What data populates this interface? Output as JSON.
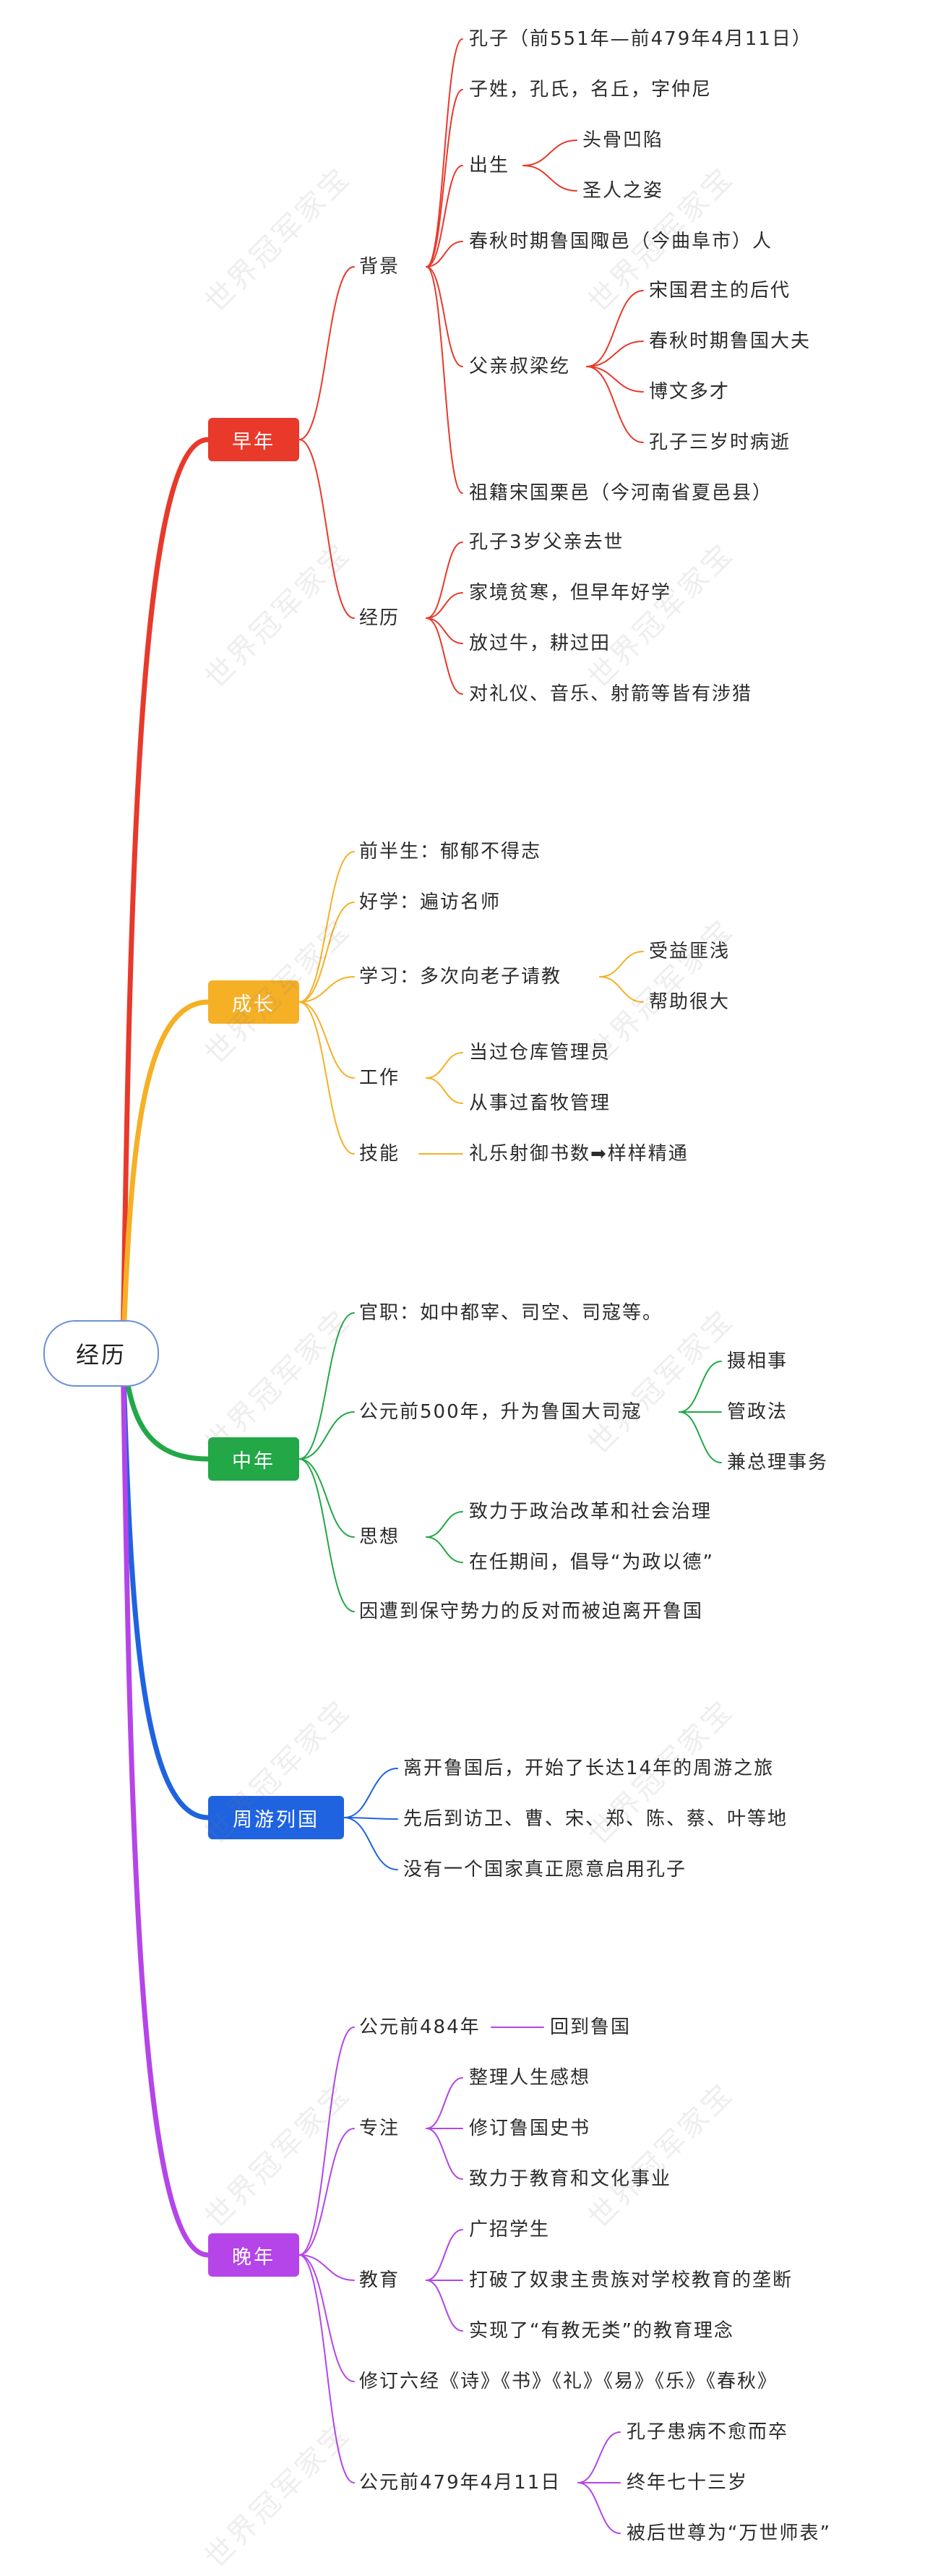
{
  "root": {
    "label": "经历",
    "color": "#6c8fd6"
  },
  "watermark": "世界冠军家宝",
  "branches": [
    {
      "id": "early",
      "label": "早年",
      "color": "#e8392b",
      "children": [
        {
          "label": "背景",
          "children": [
            {
              "label": "孔子（前551年—前479年4月11日）"
            },
            {
              "label": "子姓，孔氏，名丘，字仲尼"
            },
            {
              "label": "出生",
              "children": [
                {
                  "label": "头骨凹陷"
                },
                {
                  "label": "圣人之姿"
                }
              ]
            },
            {
              "label": "春秋时期鲁国陬邑（今曲阜市）人"
            },
            {
              "label": "父亲叔梁纥",
              "children": [
                {
                  "label": "宋国君主的后代"
                },
                {
                  "label": "春秋时期鲁国大夫"
                },
                {
                  "label": "博文多才"
                },
                {
                  "label": "孔子三岁时病逝"
                }
              ]
            },
            {
              "label": "祖籍宋国栗邑（今河南省夏邑县）"
            }
          ]
        },
        {
          "label": "经历",
          "children": [
            {
              "label": "孔子3岁父亲去世"
            },
            {
              "label": "家境贫寒，但早年好学"
            },
            {
              "label": "放过牛，耕过田"
            },
            {
              "label": "对礼仪、音乐、射箭等皆有涉猎"
            }
          ]
        }
      ]
    },
    {
      "id": "growth",
      "label": "成长",
      "color": "#f5b025",
      "children": [
        {
          "label": "前半生：郁郁不得志"
        },
        {
          "label": "好学：遍访名师"
        },
        {
          "label": "学习：多次向老子请教",
          "children": [
            {
              "label": "受益匪浅"
            },
            {
              "label": "帮助很大"
            }
          ]
        },
        {
          "label": "工作",
          "children": [
            {
              "label": "当过仓库管理员"
            },
            {
              "label": "从事过畜牧管理"
            }
          ]
        },
        {
          "label": "技能",
          "children": [
            {
              "label": "礼乐射御书数➡样样精通"
            }
          ]
        }
      ]
    },
    {
      "id": "middle",
      "label": "中年",
      "color": "#22a847",
      "children": [
        {
          "label": "官职：如中都宰、司空、司寇等。"
        },
        {
          "label": "公元前500年，升为鲁国大司寇",
          "children": [
            {
              "label": "摄相事"
            },
            {
              "label": "管政法"
            },
            {
              "label": "兼总理事务"
            }
          ]
        },
        {
          "label": "思想",
          "children": [
            {
              "label": "致力于政治改革和社会治理"
            },
            {
              "label": "在任期间，倡导“为政以德”"
            }
          ]
        },
        {
          "label": "因遭到保守势力的反对而被迫离开鲁国"
        }
      ]
    },
    {
      "id": "travel",
      "label": "周游列国",
      "color": "#1f63e0",
      "children": [
        {
          "label": "离开鲁国后，开始了长达14年的周游之旅"
        },
        {
          "label": "先后到访卫、曹、宋、郑、陈、蔡、叶等地"
        },
        {
          "label": "没有一个国家真正愿意启用孔子"
        }
      ]
    },
    {
      "id": "late",
      "label": "晚年",
      "color": "#b545e8",
      "children": [
        {
          "label": "公元前484年",
          "children": [
            {
              "label": "回到鲁国"
            }
          ]
        },
        {
          "label": "专注",
          "children": [
            {
              "label": "整理人生感想"
            },
            {
              "label": "修订鲁国史书"
            },
            {
              "label": "致力于教育和文化事业"
            }
          ]
        },
        {
          "label": "教育",
          "children": [
            {
              "label": "广招学生"
            },
            {
              "label": "打破了奴隶主贵族对学校教育的垄断"
            },
            {
              "label": "实现了“有教无类”的教育理念"
            }
          ]
        },
        {
          "label": "修订六经《诗》《书》《礼》《易》《乐》《春秋》"
        },
        {
          "label": "公元前479年4月11日",
          "children": [
            {
              "label": "孔子患病不愈而卒"
            },
            {
              "label": "终年七十三岁"
            },
            {
              "label": "被后世尊为“万世师表”"
            }
          ]
        }
      ]
    }
  ]
}
